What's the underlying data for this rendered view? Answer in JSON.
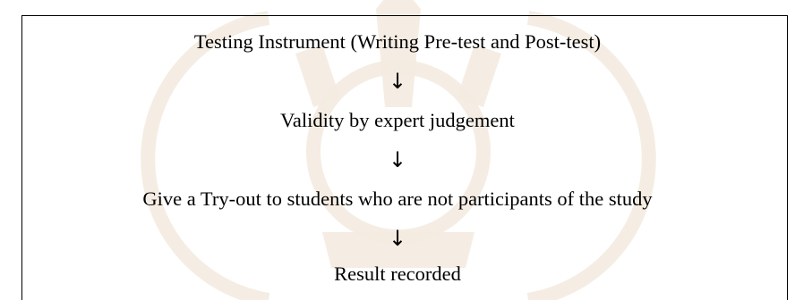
{
  "steps": [
    "Testing Instrument (Writing Pre-test and Post-test)",
    "Validity by expert judgement",
    "Give a Try-out to students who are not participants of the study",
    "Result recorded"
  ],
  "arrow_glyph": "↓",
  "watermark_color": "#f4ebe0"
}
